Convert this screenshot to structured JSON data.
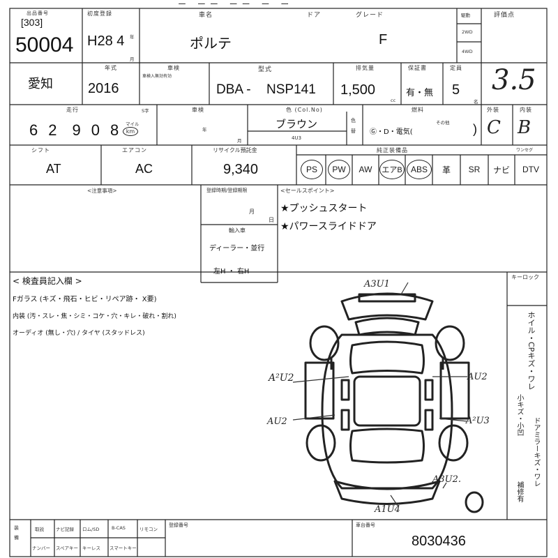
{
  "header": {
    "top_title_fragment": "ー ーー ーー ー ー",
    "lot_label": "出品番号",
    "lot_prefix": "[303]",
    "lot_number": "50004",
    "first_reg_label": "初度登録",
    "first_reg_value": "H28 4",
    "year_unit": "年",
    "month_unit": "月",
    "car_name_label": "車名",
    "car_name": "ポルテ",
    "door_label": "ドア",
    "grade_label": "グレード",
    "grade": "F",
    "drive_label": "駆動",
    "drive_2wd": "2WD",
    "drive_4wd": "4WD",
    "score_label": "評価点",
    "score": "3.5"
  },
  "row2": {
    "region": "愛知",
    "model_year_label": "年式",
    "model_year": "2016",
    "inspection_label": "車検",
    "inspection_note": "車検入無効有効",
    "model_label": "型式",
    "model_prefix": "DBA -",
    "model_code": "NSP141",
    "displacement_label": "排気量",
    "displacement": "1,500",
    "displacement_unit": "cc",
    "warranty_label": "保証書",
    "warranty_value": "有・無",
    "seats_label": "定員",
    "seats": "5",
    "seats_unit": "名"
  },
  "row3": {
    "mileage_label": "走行",
    "mileage_digits": [
      "6",
      "2",
      "9",
      "0",
      "8"
    ],
    "mileage_unit_mile": "マイル",
    "mileage_unit_km": "km",
    "exp_label": "S字",
    "shaken_label": "車検",
    "shaken_year": "年",
    "shaken_month": "月",
    "color_label": "色 (Col.No)",
    "color_name": "ブラウン",
    "color_code": "4U3",
    "color_change_label": "色替",
    "fuel_label": "燃料",
    "fuel_options": "Ⓖ・D・電気(",
    "fuel_other": "その他",
    "exterior_label": "外装",
    "exterior_grade": "C",
    "interior_label": "内装",
    "interior_grade": "B"
  },
  "row4": {
    "shift_label": "シフト",
    "shift": "AT",
    "ac_label": "エアコン",
    "ac": "AC",
    "recycle_label": "リサイクル預託金",
    "recycle_fee": "9,340",
    "equipment_label": "純正装備品",
    "equipment": [
      "PS",
      "PW",
      "AW",
      "エアB",
      "ABS",
      "革",
      "SR",
      "ナビ",
      "DTV"
    ],
    "circled_equipment": [
      "PS",
      "PW",
      "エアB",
      "ABS"
    ],
    "one_seg_label": "ワンセグ"
  },
  "notes": {
    "notice_label": "<注意事項>",
    "dealer_label": "登録時期/登録期限",
    "month_unit": "月",
    "day_unit": "日",
    "import_label": "輸入車",
    "import_value": "ディーラー・並行",
    "handle_value": "左H ・ 右H",
    "sales_label": "<セールスポイント>",
    "sales_points": [
      "★プッシュスタート",
      "★パワースライドドア"
    ]
  },
  "inspector": {
    "title": "< 検査員記入欄 >",
    "glass_line": "Fガラス (キズ・飛石・ヒビ・リペア跡・ X要)",
    "interior_line": "内装 (汚・スレ・焦・シミ・コケ・穴・キレ・破れ・割れ)",
    "body_line": "オーディオ (無し・穴) / タイヤ (スタッドレス)",
    "key_lock_label": "キーロック",
    "side_labels": "ホイル・CPキズ・ワレ",
    "side_labels_2": "小キズ・小凹",
    "side_labels_3": "ドアミラーキズ・ワレ",
    "side_labels_4": "補修有"
  },
  "diagram_marks": {
    "front": "A3U1",
    "left_front": "A²U2",
    "left_rear": "AU2",
    "right_front": "AU2",
    "right_rear": "A²U3",
    "rear_right": "A3U2.",
    "rear": "A1U4"
  },
  "footer": {
    "equip_label": "装備",
    "cols_top": [
      "取説",
      "ナビ記録",
      "ロム/SD",
      "B-CAS",
      "リモコン"
    ],
    "cols_bottom": [
      "ナンバー",
      "スペアキー",
      "キーレス",
      "スマートキー"
    ],
    "vehicle_no_label": "登録番号",
    "chassis_label": "車台番号",
    "chassis_number": "8030436"
  }
}
